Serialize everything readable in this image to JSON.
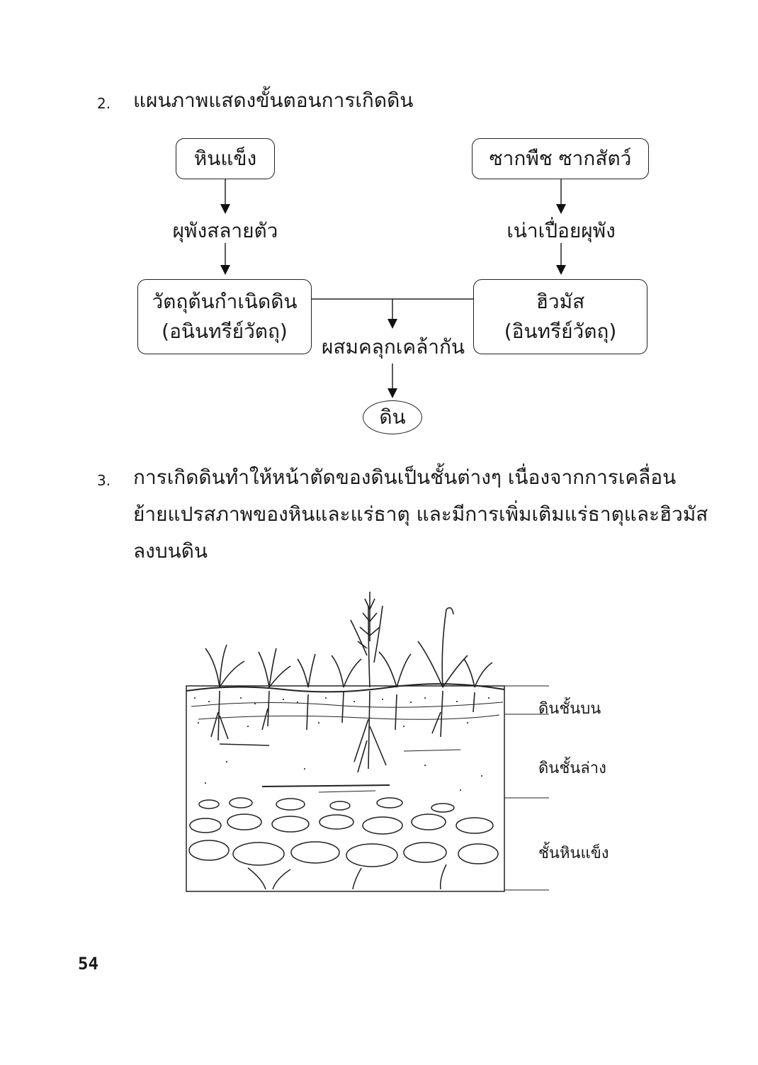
{
  "section2": {
    "number": "2.",
    "title": "แผนภาพแสดงขั้นตอนการเกิดดิน"
  },
  "flowchart": {
    "rock": "หินแข็ง",
    "remains": "ซากพืช ซากสัตว์",
    "weathering": "ผุพังสลายตัว",
    "decomposing": "เน่าเปื่อยผุพัง",
    "parent_material_line1": "วัตถุต้นกำเนิดดิน",
    "parent_material_line2": "(อนินทรีย์วัตถุ)",
    "humus_line1": "ฮิวมัส",
    "humus_line2": "(อินทรีย์วัตถุ)",
    "mixing": "ผสมคลุกเคล้ากัน",
    "soil": "ดิน"
  },
  "section3": {
    "number": "3.",
    "line1": "การเกิดดินทำให้หน้าตัดของดินเป็นชั้นต่างๆ   เนื่องจากการเคลื่อน",
    "line2": "ย้ายแปรสภาพของหินและแร่ธาตุ  และมีการเพิ่มเติมแร่ธาตุและฮิวมัส",
    "line3": "ลงบนดิน"
  },
  "soil_profile": {
    "topsoil": "ดินชั้นบน",
    "subsoil": "ดินชั้นล่าง",
    "bedrock": "ชั้นหินแข็ง"
  },
  "page_number": "54"
}
